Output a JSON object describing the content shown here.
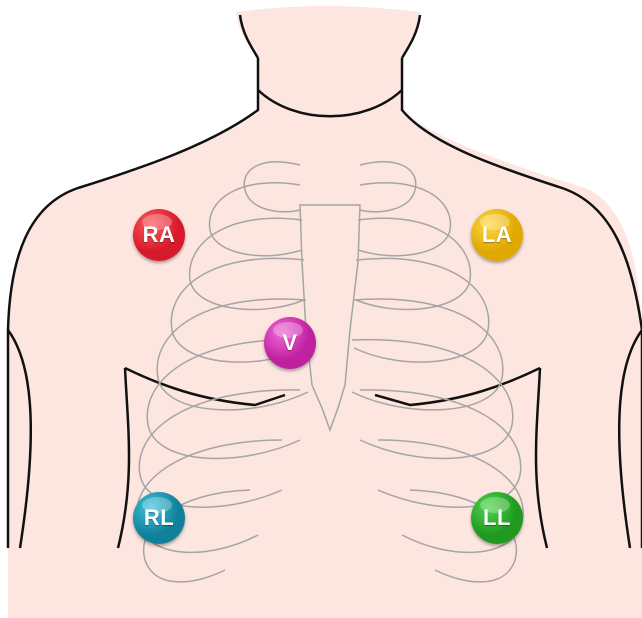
{
  "diagram": {
    "electrodes": [
      {
        "id": "ra",
        "label": "RA",
        "color": "#d61a2b",
        "highlight": "#ff5a5a"
      },
      {
        "id": "la",
        "label": "LA",
        "color": "#e0a800",
        "highlight": "#ffd84a"
      },
      {
        "id": "v",
        "label": "V",
        "color": "#c0219f",
        "highlight": "#f06ad8"
      },
      {
        "id": "rl",
        "label": "RL",
        "color": "#10819a",
        "highlight": "#41c4dc"
      },
      {
        "id": "ll",
        "label": "LL",
        "color": "#1f9a1f",
        "highlight": "#4fd64f"
      }
    ],
    "skin_color": "#fde6df",
    "outline_color": "#111111",
    "rib_color": "#a5a5a5"
  }
}
